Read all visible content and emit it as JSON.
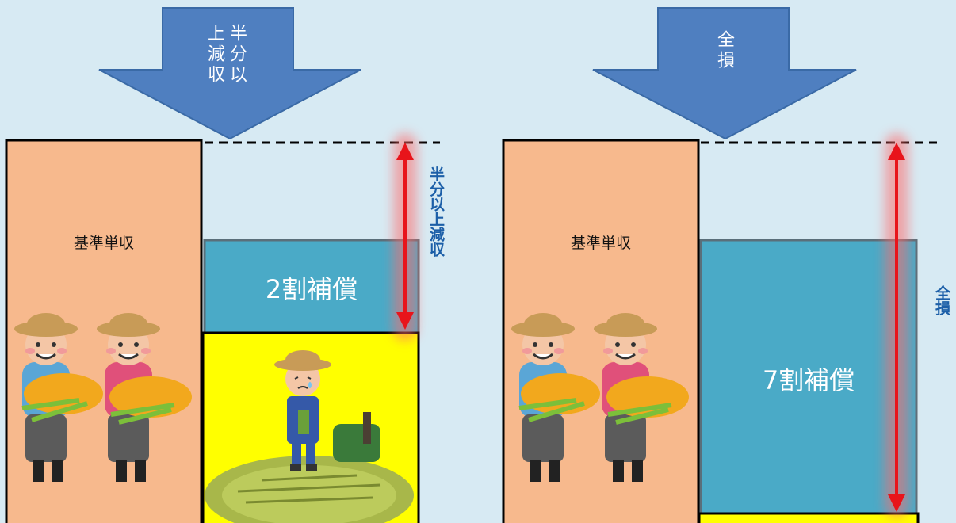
{
  "left_panel": {
    "arrow_text": "半分以上減収",
    "base_label": "基準単収",
    "compensation_label": "2割補償",
    "reduction_label": "半分以上減収"
  },
  "right_panel": {
    "arrow_text": "全損",
    "base_label": "基準単収",
    "compensation_label": "7割補償",
    "reduction_label": "全損"
  },
  "colors": {
    "background": "#d7eaf3",
    "arrow": "#4f7fc0",
    "base_block": "#f7b98d",
    "compensation_block": "#4aaac7",
    "harvest_block": "#ffff00",
    "range_arrow": "#e8141b"
  },
  "icons": {
    "farmer_couple": "farmer-couple-with-rice-illustration",
    "sad_farmer": "sad-farmer-with-damaged-crop-illustration"
  }
}
